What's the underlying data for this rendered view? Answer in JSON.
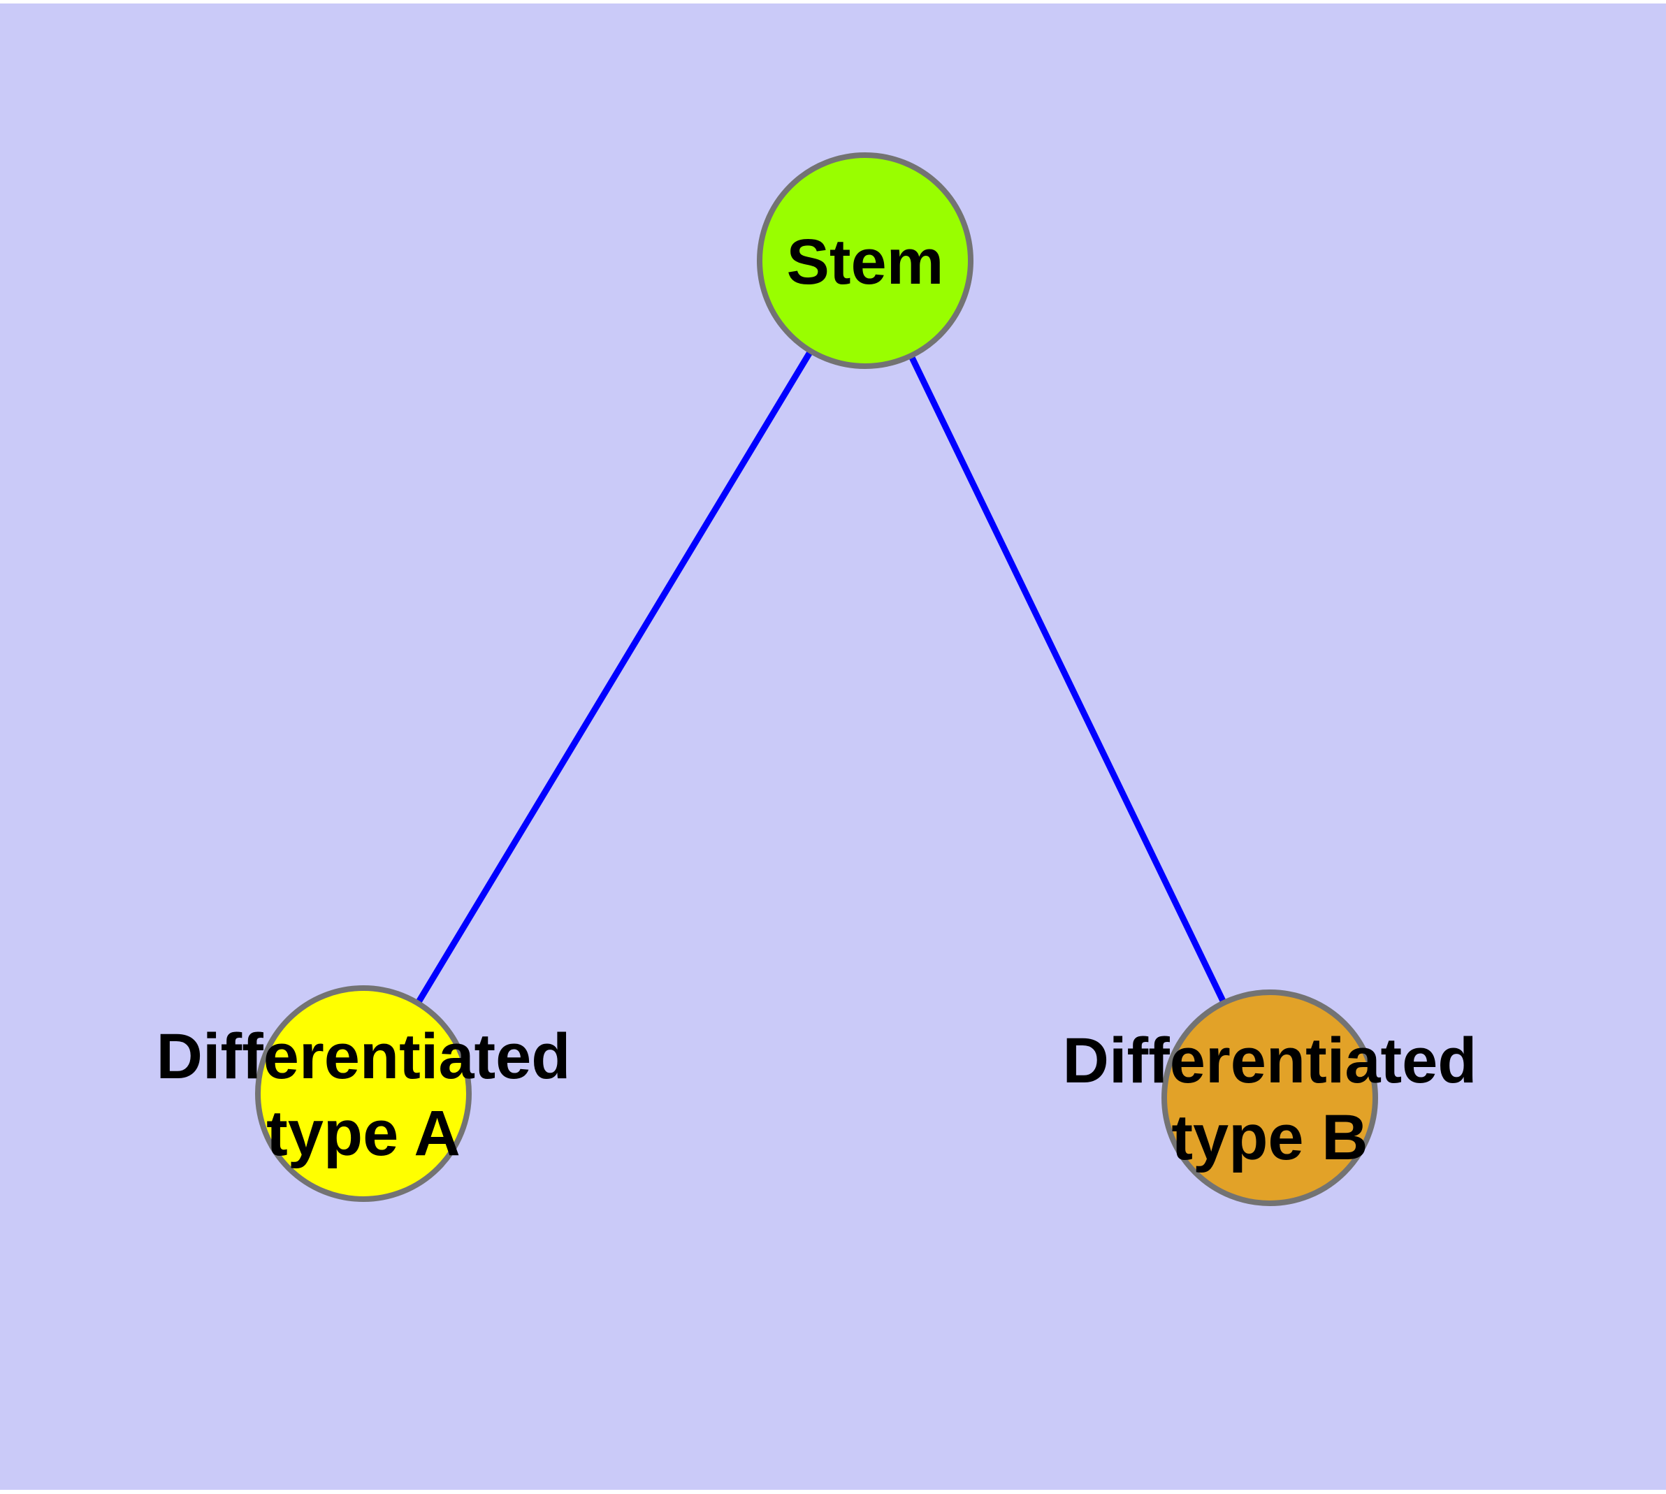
{
  "diagram": {
    "type": "graph",
    "background_color": "#cacaf8",
    "margin_color": "#ffffff",
    "edge_color": "#0000ff",
    "node_border_color": "#737373",
    "label_color": "#000000",
    "nodes": {
      "stem": {
        "label": "Stem",
        "color": "#99fe00"
      },
      "type_a": {
        "label": "Differentiated type A",
        "label_line1": "Differentiated",
        "label_line2": "type A",
        "color": "#ffff00"
      },
      "type_b": {
        "label": "Differentiated type B",
        "label_line1": "Differentiated",
        "label_line2": "type B",
        "color": "#e2a228"
      }
    },
    "edges": [
      {
        "from": "Stem",
        "to": "Differentiated type A"
      },
      {
        "from": "Stem",
        "to": "Differentiated type B"
      }
    ]
  }
}
